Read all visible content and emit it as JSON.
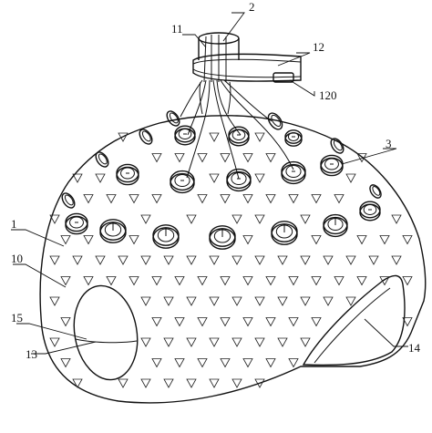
{
  "figure": {
    "labels": {
      "l1": "1",
      "l2": "2",
      "l3": "3",
      "l10": "10",
      "l11": "11",
      "l12": "12",
      "l13": "13",
      "l14": "14",
      "l15": "15",
      "l120": "120"
    }
  }
}
